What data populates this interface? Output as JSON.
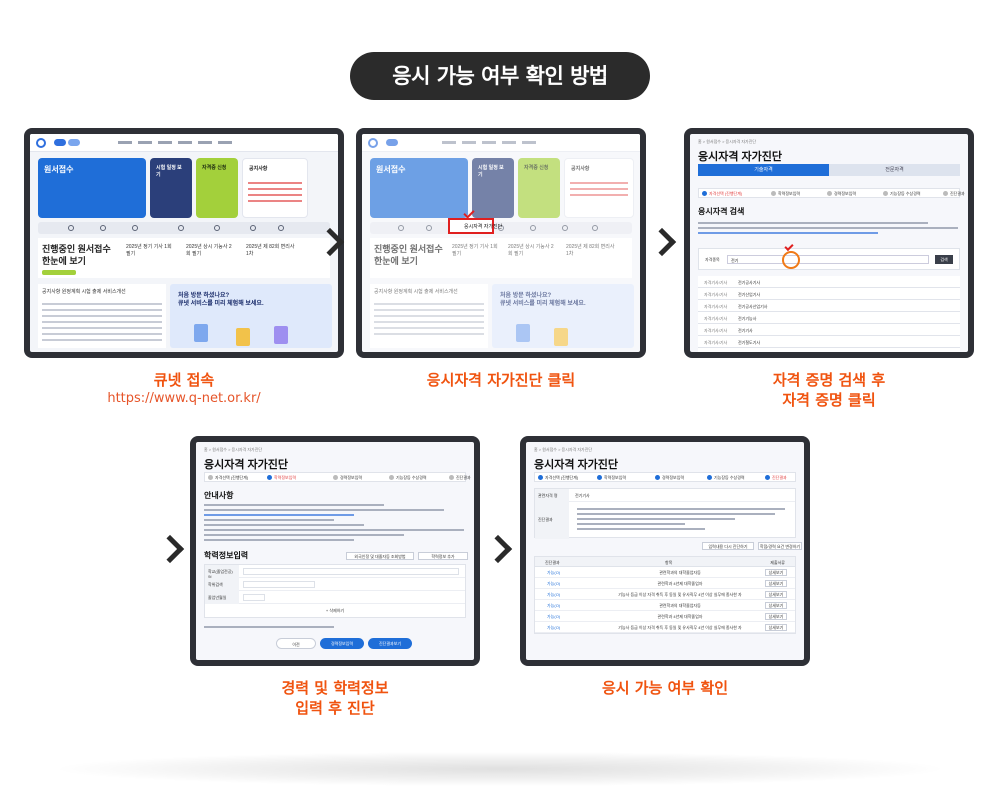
{
  "title": "응시 가능 여부 확인 방법",
  "steps": [
    {
      "caption_lines": [
        "큐넷 접속"
      ],
      "url": "https://www.q-net.or.kr/"
    },
    {
      "caption_lines": [
        "응시자격 자가진단 클릭"
      ]
    },
    {
      "caption_lines": [
        "자격 증명 검색 후",
        "자격 증명 클릭"
      ]
    },
    {
      "caption_lines": [
        "경력 및 학력정보",
        "입력 후 진단"
      ]
    },
    {
      "caption_lines": [
        "응시 가능 여부 확인"
      ]
    }
  ],
  "home_screen": {
    "card_main": "원서접수",
    "card_exam": "시험 일정 보기",
    "card_certificate": "자격증 신청",
    "card_notice": "공지사항",
    "status_heading_1": "진행중인 원서접수",
    "status_heading_2": "한눈에 보기",
    "status_col_1": "2025년 정기 기사 1회 필기",
    "status_col_2": "2025년 상시 기능사 2회 필기",
    "status_col_3": "2025년 제 82회 변리사 1차",
    "tabs": "공지사항  원정계획  시험  출제  서비스개선",
    "promo_line_1": "처음 방문 하셨나요?",
    "promo_line_2": "큐넷 서비스를 미리 체험해 보세요.",
    "highlight_label": "응시자격 자가진단"
  },
  "diag_screen": {
    "breadcrumb": "홈  >  원서접수  >  응시자격 자가진단",
    "page_title": "응시자격 자가진단",
    "tab_active": "기술자격",
    "tab_other": "전문자격",
    "step_labels": [
      "자격선택 (진행단계)",
      "학력정보입력",
      "경력정보입력",
      "기능장등 수상경력",
      "진단결과"
    ],
    "section_search": "응시자격 검색",
    "search_label": "자격종목",
    "search_value": "전기",
    "search_button": "검색",
    "results": [
      {
        "type": "자격기사/기사",
        "name": "전기공사기사"
      },
      {
        "type": "자격기사/기사",
        "name": "전기산업기사"
      },
      {
        "type": "자격기사/기사",
        "name": "전기공사산업기사"
      },
      {
        "type": "자격기사/기사",
        "name": "전기기능사"
      },
      {
        "type": "자격기사/기사",
        "name": "전기기사"
      },
      {
        "type": "자격기사/기사",
        "name": "전기철도기사"
      },
      {
        "type": "자격기사/기사",
        "name": "전기기능장"
      }
    ],
    "section_guide": "안내사항",
    "section_edu": "학력정보입력",
    "edu_buttons": [
      "외국인정 및 대졸자등 조회방법",
      "학력정보 추가"
    ],
    "edu_rows": [
      "학교(졸업전공)명",
      "학위검색",
      "졸업년월일"
    ],
    "edu_add": "+ 삭제하기",
    "bottom_buttons": [
      "이전",
      "경력정보입력",
      "진단결과보기"
    ],
    "result_rows": [
      "관련자격 명",
      "진단결과"
    ],
    "result_value": "전기기사",
    "result_buttons": [
      "입력내용 다시 진단하기",
      "학점/경력 요건 변경하기"
    ],
    "table_headers": [
      "진단결과",
      "항목",
      "제출서류"
    ],
    "table_rows": [
      {
        "status": "가능(O)",
        "item": "관련학과의 대학졸업자등",
        "doc": "상세보기"
      },
      {
        "status": "가능(O)",
        "item": "관련학과 4년제 대학졸업자",
        "doc": "상세보기"
      },
      {
        "status": "가능(O)",
        "item": "기능사 등급 이상 자격 취득 후 동일 및 유사직무 4년 이상 실무에 종사한 자",
        "doc": "상세보기"
      },
      {
        "status": "가능(O)",
        "item": "관련학과의 대학졸업자등",
        "doc": "상세보기"
      },
      {
        "status": "가능(O)",
        "item": "관련학과 4년제 대학졸업자",
        "doc": "상세보기"
      },
      {
        "status": "가능(O)",
        "item": "기능사 등급 이상 자격 취득 후 동일 및 유사직무 4년 이상 실무에 종사한 자",
        "doc": "상세보기"
      }
    ]
  },
  "colors": {
    "accent": "#f0530f",
    "title_bg": "#2b2b2b",
    "brand_blue": "#1f6ed8",
    "frame": "#2e3036"
  }
}
